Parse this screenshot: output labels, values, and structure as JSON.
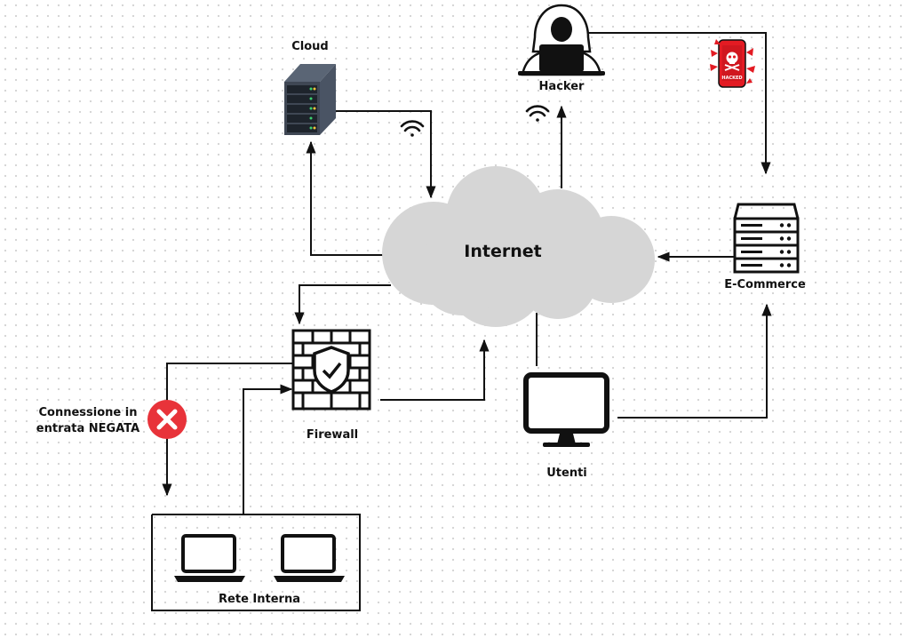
{
  "nodes": {
    "internet": "Internet",
    "cloud": "Cloud",
    "hacker": "Hacker",
    "ecommerce": "E-Commerce",
    "firewall": "Firewall",
    "users": "Utenti",
    "internal_network": "Rete Interna",
    "denied_connection_line1": "Connessione in",
    "denied_connection_line2": "entrata NEGATA"
  },
  "phone_badge": "HACKED",
  "colors": {
    "line": "#111111",
    "cloud_fill": "#d6d6d6",
    "deny_red": "#e8333a",
    "phone_red": "#e31b23"
  },
  "icons": [
    "server-rack-icon",
    "wifi-icon",
    "hacker-icon",
    "hacked-phone-icon",
    "ecommerce-server-icon",
    "firewall-icon",
    "deny-icon",
    "monitor-icon",
    "laptop-icon"
  ]
}
